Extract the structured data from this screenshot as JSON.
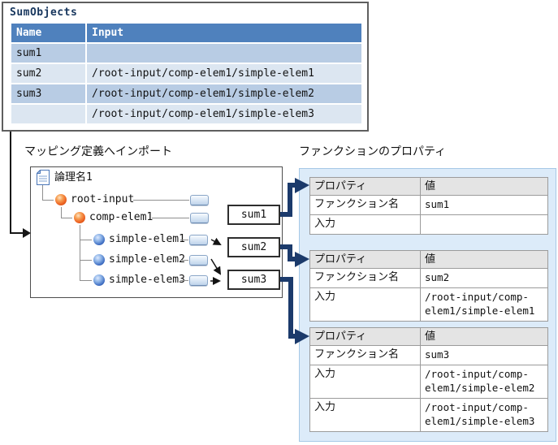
{
  "sum_objects": {
    "title": "SumObjects",
    "columns": [
      "Name",
      "Input"
    ],
    "rows": [
      {
        "name": "sum1",
        "input": ""
      },
      {
        "name": "sum2",
        "input": "/root-input/comp-elem1/simple-elem1"
      },
      {
        "name": "sum3",
        "input": "/root-input/comp-elem1/simple-elem2"
      },
      {
        "name": "",
        "input": "/root-input/comp-elem1/simple-elem3"
      }
    ]
  },
  "labels": {
    "mapping_import": "マッピング定義へインポート",
    "function_properties": "ファンクションのプロパティ"
  },
  "tree": {
    "root_label": "論理名1",
    "nodes": [
      "root-input",
      "comp-elem1",
      "simple-elem1",
      "simple-elem2",
      "simple-elem3"
    ]
  },
  "function_boxes": [
    "sum1",
    "sum2",
    "sum3"
  ],
  "property_tables": [
    {
      "headers": [
        "プロパティ",
        "値"
      ],
      "rows": [
        [
          "ファンクション名",
          "sum1"
        ],
        [
          "入力",
          ""
        ]
      ]
    },
    {
      "headers": [
        "プロパティ",
        "値"
      ],
      "rows": [
        [
          "ファンクション名",
          "sum2"
        ],
        [
          "入力",
          "/root-input/comp-elem1/simple-elem1"
        ]
      ]
    },
    {
      "headers": [
        "プロパティ",
        "値"
      ],
      "rows": [
        [
          "ファンクション名",
          "sum3"
        ],
        [
          "入力",
          "/root-input/comp-elem1/simple-elem2"
        ],
        [
          "入力",
          "/root-input/comp-elem1/simple-elem3"
        ]
      ]
    }
  ],
  "colors": {
    "table_header_blue": "#4f81bd",
    "row_band_dark": "#b8cce4",
    "row_band_light": "#dce6f1",
    "title_navy": "#17365d",
    "arrow_navy": "#1b3a6b",
    "panel_light_blue": "#dcebf9"
  }
}
